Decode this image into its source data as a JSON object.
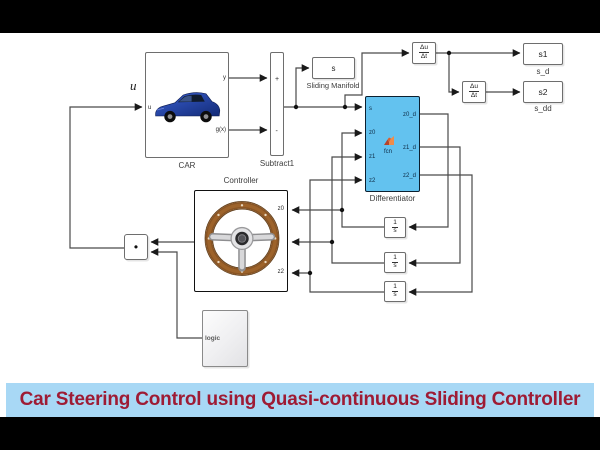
{
  "colors": {
    "diff-fill": "#63C2EF",
    "banner-bg": "#A8D8F5",
    "banner-text": "#9E1B34",
    "wire": "#4a4a4a"
  },
  "banner": {
    "title": "Car Steering Control using Quasi-continuous Sliding Controller"
  },
  "blocks": {
    "car": {
      "label": "CAR",
      "signal_label": "u",
      "port_in": "u",
      "port_out_top": "y",
      "port_out_bottom": "g(x)"
    },
    "subtract": {
      "label": "Subtract1",
      "port_plus": "+",
      "port_minus": "-"
    },
    "sliding_manifold": {
      "label": "Sliding Manifold",
      "content": "s"
    },
    "derivative1": {
      "frac_num": "Δu",
      "frac_den": "Δt"
    },
    "derivative2": {
      "frac_num": "Δu",
      "frac_den": "Δt"
    },
    "scope_s1": {
      "content": "s1",
      "label": "s_d"
    },
    "scope_s2": {
      "content": "s2",
      "label": "s_dd"
    },
    "differentiator": {
      "label": "Differentiator",
      "fcn_label": "fcn",
      "port_in_s": "s",
      "port_in_z0": "z0",
      "port_in_z1": "z1",
      "port_in_z2": "z2",
      "port_out_z0d": "z0_d",
      "port_out_z1d": "z1_d",
      "port_out_z2d": "z2_d"
    },
    "controller": {
      "label": "Controller",
      "port_z0": "z0",
      "port_z2": "z2"
    },
    "product": {
      "content": "•"
    },
    "logic": {
      "port_label": "logic"
    },
    "integrator1": {
      "frac_num": "1",
      "frac_den": "s"
    },
    "integrator2": {
      "frac_num": "1",
      "frac_den": "s"
    },
    "integrator3": {
      "frac_num": "1",
      "frac_den": "s"
    }
  }
}
